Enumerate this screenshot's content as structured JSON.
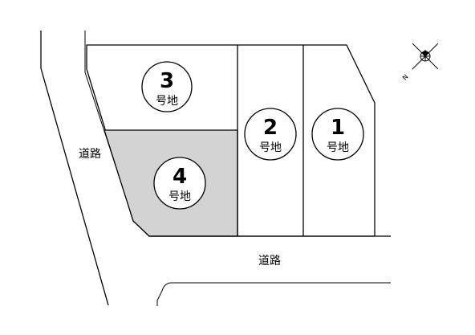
{
  "lots": [
    {
      "number": "1",
      "suffix": "号地",
      "highlighted": false
    },
    {
      "number": "2",
      "suffix": "号地",
      "highlighted": false
    },
    {
      "number": "3",
      "suffix": "号地",
      "highlighted": false
    },
    {
      "number": "4",
      "suffix": "号地",
      "highlighted": true
    }
  ],
  "roads": {
    "west_label": "道路",
    "south_label": "道路"
  },
  "compass": {
    "north_label": "N",
    "icon": "north-arrow-compass"
  },
  "colors": {
    "highlight": "#d3d3d3",
    "line": "#000000",
    "background": "#ffffff"
  }
}
